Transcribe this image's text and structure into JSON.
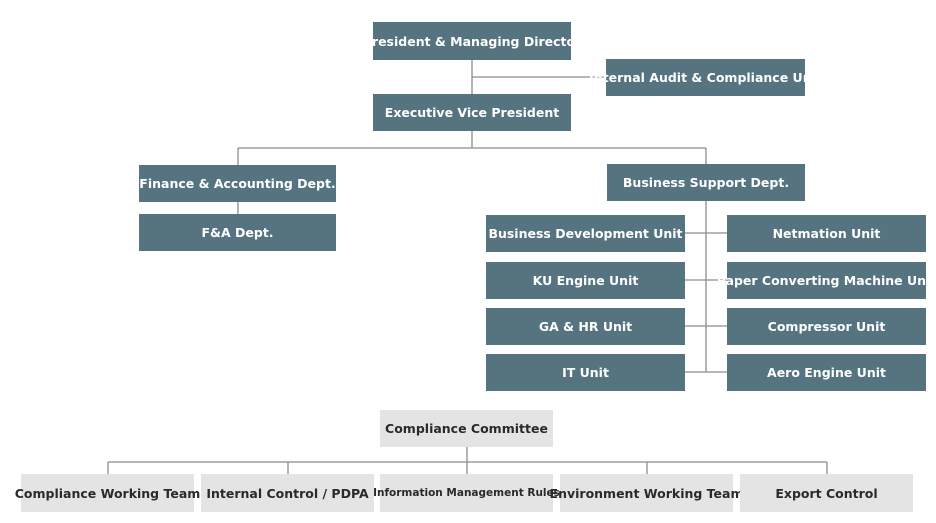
{
  "org_chart": {
    "line_color": "#8c8c8c",
    "box_color": "#557480",
    "committee_box_color": "#e4e4e4",
    "president": "President & Managing Director",
    "audit": "Internal Audit & Compliance Unit",
    "evp": "Executive Vice President",
    "finance": "Finance & Accounting Dept.",
    "fa": "F&A Dept.",
    "business_support": "Business Support Dept.",
    "units_left": [
      "Business Development Unit",
      "KU Engine Unit",
      "GA & HR Unit",
      "IT Unit"
    ],
    "units_right": [
      "Netmation Unit",
      "Paper Converting Machine Unit",
      "Compressor Unit",
      "Aero Engine Unit"
    ],
    "committee": "Compliance Committee",
    "teams": [
      "Compliance Working Team",
      "Internal Control / PDPA",
      "Information Management Rules",
      "Environment Working Team",
      "Export Control"
    ]
  }
}
